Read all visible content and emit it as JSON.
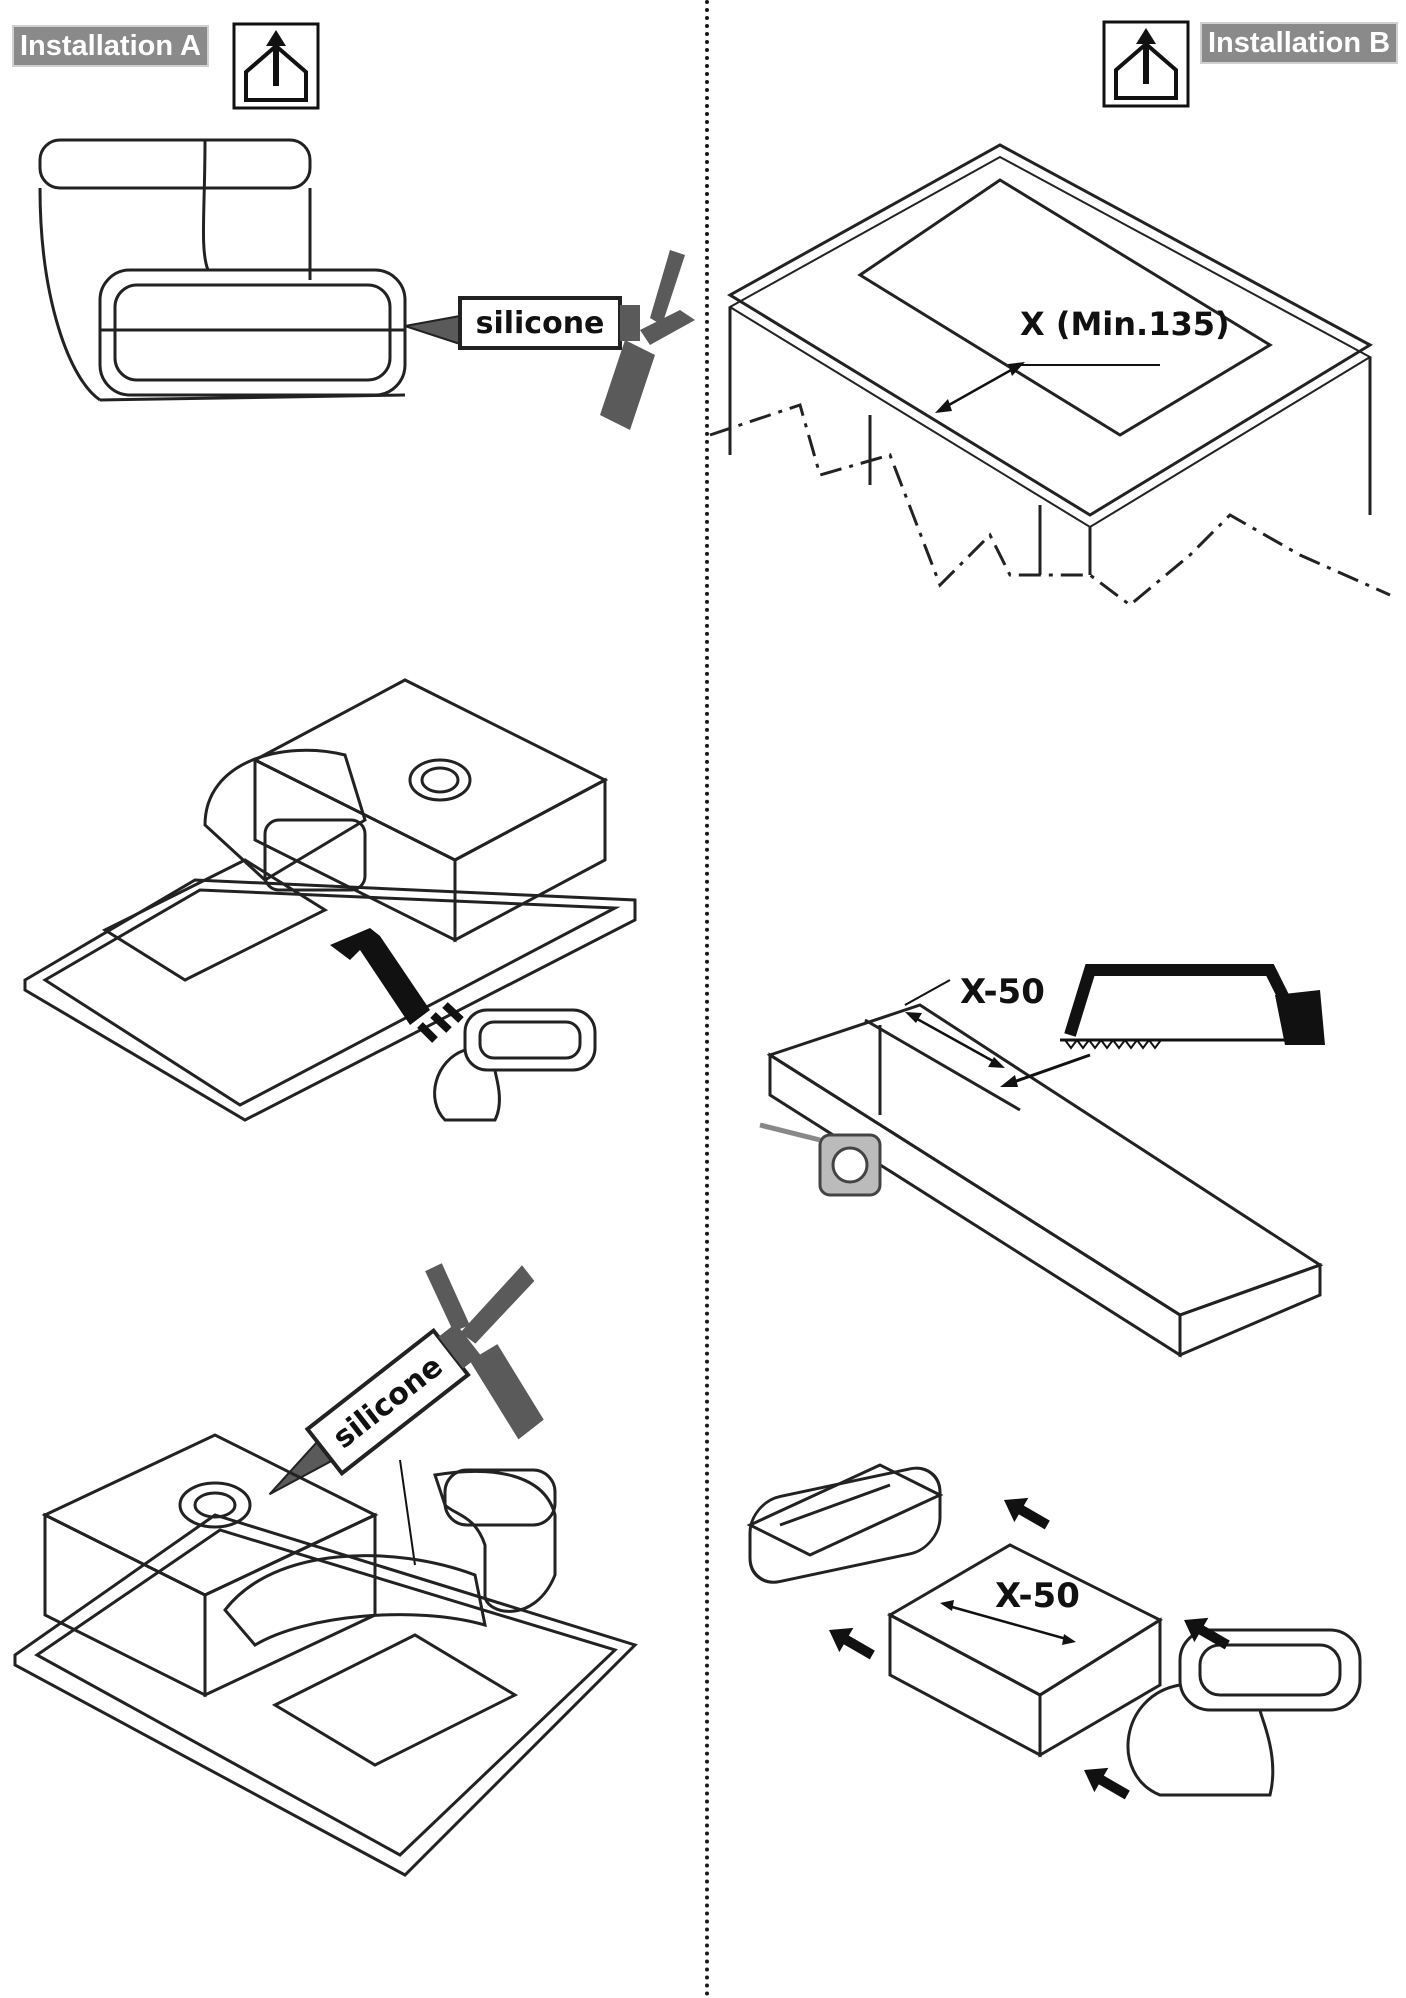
{
  "installation_a": {
    "label": "Installation A",
    "icon": "vent-up-house-icon"
  },
  "installation_b": {
    "label": "Installation B",
    "icon": "vent-up-house-icon"
  },
  "labels": {
    "silicone_top": "silicone",
    "silicone_bottom": "silicone",
    "x_min": "X (Min.135)",
    "x50_saw": "X-50",
    "x50_assembly": "X-50"
  },
  "colors": {
    "label_bg": "#8a8a8a",
    "ink": "#111111",
    "gun": "#5a5a5a"
  }
}
